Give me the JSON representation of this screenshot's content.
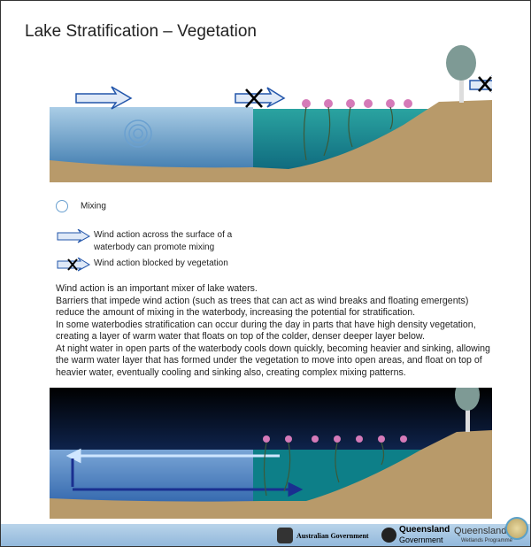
{
  "title": "Lake Stratification – Vegetation",
  "legend": {
    "mixing": "Mixing",
    "wind_promote": "Wind action across the surface of a waterbody can promote mixing",
    "wind_blocked": "Wind action blocked by vegetation"
  },
  "body": [
    "Wind action is an important mixer of lake waters.",
    "Barriers that impede wind action (such as trees that can act as wind breaks and floating emergents) reduce the amount of mixing in the waterbody, increasing the potential for stratification.",
    "In some waterbodies stratification can occur during the day in parts that have high density vegetation, creating a layer of warm water that floats on top of the colder, denser deeper layer below.",
    "At night water in open parts of the waterbody cools down quickly, becoming heavier and sinking, allowing the warm water layer that has formed under the vegetation to move into open areas, and float on top of heavier water, eventually cooling and sinking also, creating complex mixing patterns."
  ],
  "footer": {
    "australian_government": "Australian Government",
    "queensland_government_1": "Queensland",
    "queensland_government_2": "Government",
    "wetlands_1": "Queensland",
    "wetlands_2": "Wetlands Programme"
  },
  "colors": {
    "water": "#4a86b8",
    "warm": "#0f8a8f",
    "soil": "#b89a6a",
    "night": "#0a2a66"
  }
}
